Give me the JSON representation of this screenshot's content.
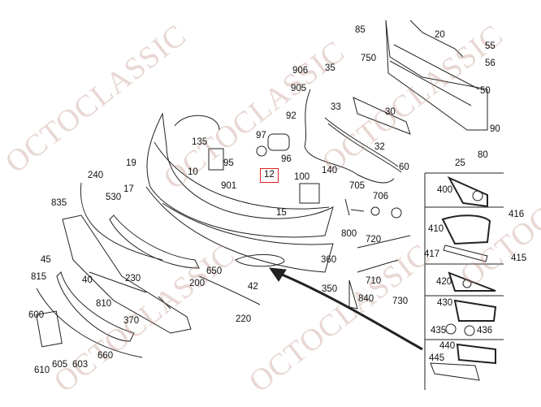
{
  "watermark": "OCTOCLASSIC",
  "highlight_color": "#e02020",
  "highlighted_part": "12",
  "labels": {
    "p85": "85",
    "p20": "20",
    "p55": "55",
    "p56": "56",
    "p906": "906",
    "p35": "35",
    "p750": "750",
    "p905": "905",
    "p50": "50",
    "p92": "92",
    "p33": "33",
    "p30": "30",
    "p90": "90",
    "p97": "97",
    "p135": "135",
    "p95": "95",
    "p96": "96",
    "p32": "32",
    "p80": "80",
    "p25": "25",
    "p60": "60",
    "p19": "19",
    "p10": "10",
    "p12": "12",
    "p100": "100",
    "p140": "140",
    "p240": "240",
    "p17": "17",
    "p901": "901",
    "p705": "705",
    "p706": "706",
    "p400": "400",
    "p835": "835",
    "p530": "530",
    "p15": "15",
    "p416": "416",
    "p410": "410",
    "p800": "800",
    "p720": "720",
    "p417": "417",
    "p415": "415",
    "p45": "45",
    "p360": "360",
    "p650": "650",
    "p815": "815",
    "p200": "200",
    "p42": "42",
    "p710": "710",
    "p420": "420",
    "p40": "40",
    "p230": "230",
    "p350": "350",
    "p840": "840",
    "p730": "730",
    "p810": "810",
    "p430": "430",
    "p600": "600",
    "p370": "370",
    "p220": "220",
    "p435": "435",
    "p436": "436",
    "p440": "440",
    "p445": "445",
    "p660": "660",
    "p610": "610",
    "p605": "605",
    "p603": "603"
  }
}
